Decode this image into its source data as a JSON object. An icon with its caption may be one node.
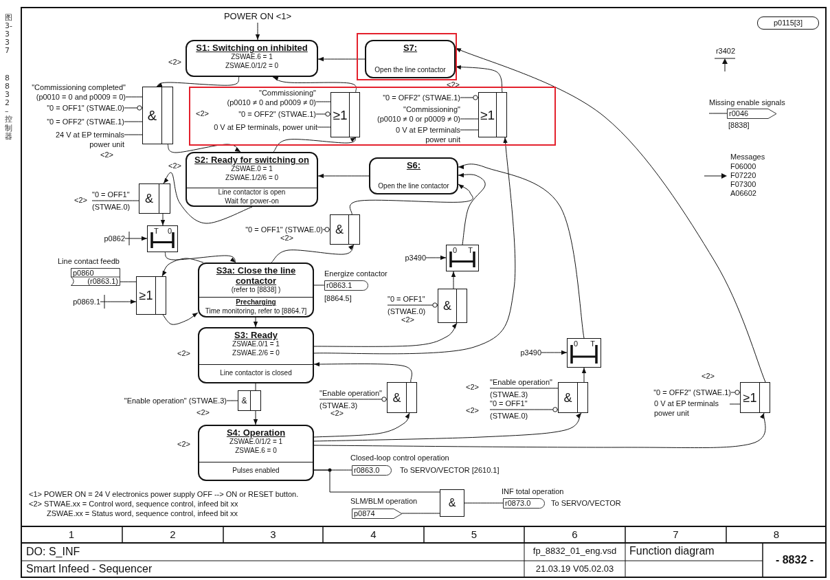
{
  "diagram": {
    "nodes": [
      {
        "text": [
          "POWER ON <1>"
        ]
      },
      {
        "text": [
          "S1: Switching on inhibited",
          "ZSWAE.6 = 1",
          "ZSWAE.0/1/2 = 0"
        ],
        "beside": [
          "<2>"
        ]
      },
      {
        "text": [
          "S7:",
          "Open the line contactor"
        ]
      },
      {
        "text": [
          "&"
        ]
      },
      {
        "text": [
          "≥1"
        ]
      },
      {
        "text": [
          "≥1"
        ]
      },
      {
        "text": [
          "S2: Ready for switching on",
          "ZSWAE.0 = 1",
          "ZSWAE.1/2/6 = 0",
          "Line contactor is open",
          "Wait for power-on"
        ],
        "beside": [
          "<2>"
        ]
      },
      {
        "text": [
          "S6:",
          "Open the line contactor"
        ]
      },
      {
        "text": [
          "&"
        ]
      },
      {
        "text": [
          "T",
          "0"
        ]
      },
      {
        "text": [
          "&"
        ]
      },
      {
        "text": [
          "0",
          "T"
        ]
      },
      {
        "text": [
          "≥1"
        ]
      },
      {
        "text": [
          "S3a: Close the line contactor",
          "(refer to [8838] )",
          "Precharging",
          "Time monitoring, refer to [8864.7]"
        ]
      },
      {
        "text": [
          "&"
        ]
      },
      {
        "text": [
          "S3: Ready",
          "ZSWAE.0/1 = 1",
          "ZSWAE.2/6 = 0",
          "Line contactor is closed"
        ],
        "beside": [
          "<2>"
        ]
      },
      {
        "text": [
          "0",
          "T"
        ]
      },
      {
        "text": [
          "&"
        ]
      },
      {
        "text": [
          "&"
        ]
      },
      {
        "text": [
          "&"
        ]
      },
      {
        "text": [
          "≥1"
        ]
      },
      {
        "text": [
          "S4: Operation",
          "ZSWAE.0/1/2 = 1",
          "ZSWAE.6 = 0",
          "Pulses enabled"
        ],
        "beside": [
          "<2>"
        ]
      },
      {
        "text": [
          "&"
        ]
      },
      {
        "text": [
          "r0046"
        ],
        "beside": [
          "Missing enable signals",
          "[8838]"
        ]
      },
      {
        "text": [
          "r0863.1"
        ],
        "beside": [
          "Energize contactor",
          "[8864.5]"
        ]
      },
      {
        "text": [
          "r0863.0"
        ],
        "beside": [
          "Closed-loop control operation",
          "To SERVO/VECTOR [2610.1]"
        ]
      },
      {
        "text": [
          "r0873.0"
        ],
        "beside": [
          "INF total operation",
          "To SERVO/VECTOR"
        ]
      },
      {
        "text": [
          "p0874"
        ],
        "beside": [
          "SLM/BLM operation"
        ]
      },
      {
        "text": [
          "p0860",
          "(r0863.1)"
        ],
        "beside": [
          "Line contact feedb"
        ]
      },
      {
        "text": [
          "\"Commissioning completed\"",
          "(p0010 = 0 and p0009 = 0)"
        ]
      },
      {
        "text": [
          "\"0 = OFF1\" (STWAE.0)"
        ]
      },
      {
        "text": [
          "\"0 = OFF2\" (STWAE.1)"
        ]
      },
      {
        "text": [
          "24 V at EP terminals power unit"
        ]
      },
      {
        "text": [
          "\"Commissioning\"",
          "(p0010 ≠ 0 and p0009 ≠ 0)"
        ]
      },
      {
        "text": [
          "\"0 = OFF2\" (STWAE.1)"
        ]
      },
      {
        "text": [
          "0 V at EP terminals, power unit"
        ]
      },
      {
        "text": [
          "\"0 = OFF2\" (STWAE.1)"
        ]
      },
      {
        "text": [
          "\"Commissioning\"",
          "(p0010 ≠ 0 or p0009 ≠ 0)"
        ]
      },
      {
        "text": [
          "0 V at EP terminals power unit"
        ]
      },
      {
        "text": [
          "\"0 = OFF1\"",
          "(STWAE.0)"
        ]
      },
      {
        "text": [
          "p0862"
        ]
      },
      {
        "text": [
          "\"0 = OFF1\" (STWAE.0)"
        ]
      },
      {
        "text": [
          "p3490"
        ]
      },
      {
        "text": [
          "p0869.1"
        ]
      },
      {
        "text": [
          "\"0 = OFF1\"",
          "(STWAE.0)"
        ]
      },
      {
        "text": [
          "p3490"
        ]
      },
      {
        "text": [
          "\"Enable operation\" (STWAE.3)"
        ]
      },
      {
        "text": [
          "\"Enable operation\"",
          "(STWAE.3)"
        ]
      },
      {
        "text": [
          "\"Enable operation\"",
          "(STWAE.3)"
        ]
      },
      {
        "text": [
          "\"0 = OFF1\"",
          "(STWAE.0)"
        ]
      },
      {
        "text": [
          "\"0 = OFF2\" (STWAE.1)"
        ]
      },
      {
        "text": [
          "0 V at EP terminals power unit"
        ]
      }
    ],
    "edges": [
      {
        "from": 0,
        "to": 1,
        "arrow": "to"
      },
      {
        "from": 2,
        "to": 1,
        "arrow": "to"
      },
      {
        "from": 1,
        "to": 3,
        "arrow": "to"
      },
      {
        "from": 3,
        "to": 6,
        "arrow": "to"
      },
      {
        "from": 6,
        "to": 4,
        "arrow": "to"
      },
      {
        "from": 4,
        "to": 1,
        "arrow": "to"
      },
      {
        "from": 5,
        "to": 2,
        "arrow": "to"
      },
      {
        "from": 20,
        "to": 2,
        "arrow": "to"
      },
      {
        "from": 15,
        "to": 5,
        "arrow": "to"
      },
      {
        "from": 6,
        "to": 8,
        "arrow": "to"
      },
      {
        "from": 8,
        "to": 9,
        "arrow": "to"
      },
      {
        "from": 9,
        "to": 13,
        "arrow": "to"
      },
      {
        "from": 13,
        "to": 10,
        "arrow": "to"
      },
      {
        "from": 10,
        "to": 7,
        "arrow": "to"
      },
      {
        "from": 7,
        "to": 6,
        "arrow": "to"
      },
      {
        "from": 11,
        "to": 7,
        "arrow": "to"
      },
      {
        "from": 14,
        "to": 11,
        "arrow": "to"
      },
      {
        "from": 16,
        "to": 7,
        "arrow": "to"
      },
      {
        "from": 13,
        "to": 12,
        "arrow": "to"
      },
      {
        "from": 12,
        "to": 13,
        "arrow": "to"
      },
      {
        "from": 13,
        "to": 15,
        "arrow": "to"
      },
      {
        "from": 15,
        "to": 14,
        "arrow": "to"
      },
      {
        "from": 18,
        "to": 15,
        "arrow": "to"
      },
      {
        "from": 15,
        "to": 17,
        "arrow": "none"
      },
      {
        "from": 17,
        "to": 21,
        "arrow": "to"
      },
      {
        "from": 21,
        "to": 18,
        "arrow": "to"
      },
      {
        "from": 21,
        "to": 19,
        "arrow": "to"
      },
      {
        "from": 21,
        "to": 20,
        "arrow": "to"
      },
      {
        "from": 19,
        "to": 16,
        "arrow": "to"
      },
      {
        "from": 21,
        "to": 25,
        "arrow": "none"
      },
      {
        "from": 21,
        "to": 22,
        "arrow": "none"
      },
      {
        "from": 27,
        "to": 22,
        "arrow": "none"
      },
      {
        "from": 22,
        "to": 26,
        "arrow": "none"
      },
      {
        "from": 13,
        "to": 24,
        "arrow": "none"
      },
      {
        "from": 28,
        "to": 12,
        "arrow": "none"
      },
      {
        "from": null,
        "to": 23,
        "arrow": "none"
      },
      {
        "from": 29,
        "to": 3,
        "arrow": "none"
      },
      {
        "from": 30,
        "to": 3,
        "arrow": "other"
      },
      {
        "from": 31,
        "to": 3,
        "arrow": "none"
      },
      {
        "from": 32,
        "to": 3,
        "arrow": "none"
      },
      {
        "from": 33,
        "to": 4,
        "arrow": "none"
      },
      {
        "from": 34,
        "to": 4,
        "arrow": "other"
      },
      {
        "from": 35,
        "to": 4,
        "arrow": "none"
      },
      {
        "from": 36,
        "to": 5,
        "arrow": "other"
      },
      {
        "from": 37,
        "to": 5,
        "arrow": "none"
      },
      {
        "from": 38,
        "to": 5,
        "arrow": "none"
      },
      {
        "from": 39,
        "to": 8,
        "arrow": "none"
      },
      {
        "from": 40,
        "to": 9,
        "arrow": "to"
      },
      {
        "from": 41,
        "to": 10,
        "arrow": "other"
      },
      {
        "from": 42,
        "to": 11,
        "arrow": "to"
      },
      {
        "from": 43,
        "to": 12,
        "arrow": "to"
      },
      {
        "from": 44,
        "to": 14,
        "arrow": "other"
      },
      {
        "from": 45,
        "to": 16,
        "arrow": "to"
      },
      {
        "from": 46,
        "to": 17,
        "arrow": "none"
      },
      {
        "from": 47,
        "to": 18,
        "arrow": "other"
      },
      {
        "from": 48,
        "to": 19,
        "arrow": "none"
      },
      {
        "from": 49,
        "to": 19,
        "arrow": "other"
      },
      {
        "from": 50,
        "to": 20,
        "arrow": "other"
      },
      {
        "from": 51,
        "to": 20,
        "arrow": "none"
      }
    ],
    "labels": [
      "p0115[3]",
      "r3402",
      "<2>",
      "<2>",
      "Messages",
      "F06000",
      "F07220",
      "F07300",
      "A06602",
      "<2>",
      "<2>",
      "<2>",
      "<2>",
      "<2>",
      "<2>",
      "<2>",
      "<2>",
      "<2>",
      "<1> POWER ON = 24 V electronics power supply OFF --> ON or RESET button.",
      "<2> STWAE.xx = Control word, sequence control, infeed bit xx",
      "ZSWAE.xx = Status word, sequence control, infeed bit xx",
      "1",
      "2",
      "3",
      "4",
      "5",
      "6",
      "7",
      "8",
      "DO: S_INF",
      "fp_8832_01_eng.vsd",
      "Function diagram",
      "- 8832 -",
      "Smart Infeed - Sequencer",
      "21.03.19 V05.02.03",
      "图 3-337",
      "8832 – 控制器"
    ]
  }
}
